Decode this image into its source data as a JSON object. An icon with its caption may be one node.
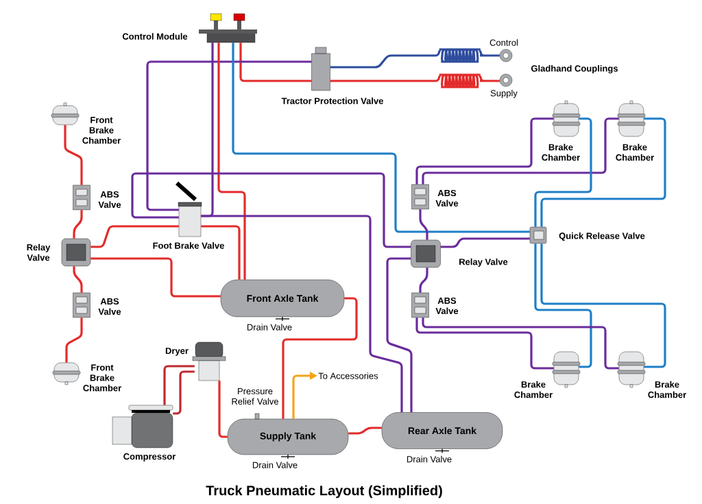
{
  "diagram": {
    "title": "Truck Pneumatic Layout (Simplified)",
    "nodes": [
      {
        "text": [
          "Control Module"
        ]
      },
      {
        "text": [
          "Tractor Protection Valve"
        ]
      },
      {
        "text": [
          "Control"
        ]
      },
      {
        "text": [
          "Supply"
        ]
      },
      {
        "text": [
          "Front Brake Chamber"
        ]
      },
      {
        "text": [
          "ABS Valve"
        ]
      },
      {
        "text": [
          "Relay Valve"
        ]
      },
      {
        "text": [
          "ABS Valve"
        ]
      },
      {
        "text": [
          "Front Brake Chamber"
        ]
      },
      {
        "text": [
          "Foot Brake Valve"
        ]
      },
      {
        "text": [
          "Front Axle Tank"
        ],
        "beside": [
          "Drain Valve"
        ]
      },
      {
        "text": [
          "Dryer"
        ]
      },
      {
        "text": [
          "Compressor"
        ]
      },
      {
        "text": [
          "Supply Tank"
        ],
        "beside": [
          "Drain Valve"
        ]
      },
      {
        "text": [
          "Rear Axle Tank"
        ],
        "beside": [
          "Drain Valve"
        ]
      },
      {
        "text": [
          "ABS Valve"
        ]
      },
      {
        "text": [
          "Relay Valve"
        ]
      },
      {
        "text": [
          "ABS Valve"
        ]
      },
      {
        "text": [
          "Quick Release Valve"
        ]
      },
      {
        "text": [
          "Brake Chamber"
        ]
      },
      {
        "text": [
          "Brake Chamber"
        ]
      },
      {
        "text": [
          "Brake Chamber"
        ]
      },
      {
        "text": [
          "Brake Chamber"
        ]
      },
      {
        "text": [
          "To Accessories"
        ]
      }
    ],
    "edges": [
      {
        "from": 0,
        "to": 1,
        "arrow": "none"
      },
      {
        "from": 1,
        "to": 9,
        "arrow": "none",
        "color": "#6a2c9c"
      },
      {
        "from": 1,
        "to": 2,
        "arrow": "none",
        "color": "#2f4d9e"
      },
      {
        "from": 1,
        "to": 3,
        "arrow": "none"
      },
      {
        "from": 0,
        "to": 9,
        "arrow": "none",
        "color": "#6a2c9c"
      },
      {
        "from": 0,
        "to": 10,
        "arrow": "none"
      },
      {
        "from": 9,
        "to": 10,
        "arrow": "none"
      },
      {
        "from": 0,
        "to": 18,
        "arrow": "none",
        "color": "#1d7fc7"
      },
      {
        "from": 6,
        "to": 9,
        "arrow": "none"
      },
      {
        "from": 6,
        "to": 10,
        "arrow": "none"
      },
      {
        "from": 4,
        "to": 5,
        "arrow": "none"
      },
      {
        "from": 5,
        "to": 6,
        "arrow": "none"
      },
      {
        "from": 6,
        "to": 7,
        "arrow": "none"
      },
      {
        "from": 7,
        "to": 8,
        "arrow": "none"
      },
      {
        "from": 9,
        "to": 16,
        "arrow": "none",
        "color": "#6a2c9c"
      },
      {
        "from": 9,
        "to": 14,
        "arrow": "none",
        "color": "#6a2c9c"
      },
      {
        "from": 16,
        "to": 14,
        "arrow": "none",
        "color": "#6a2c9c"
      },
      {
        "from": 16,
        "to": 15,
        "arrow": "none",
        "color": "#6a2c9c"
      },
      {
        "from": 16,
        "to": 18,
        "arrow": "none",
        "color": "#6a2c9c"
      },
      {
        "from": 16,
        "to": 17,
        "arrow": "none",
        "color": "#6a2c9c"
      },
      {
        "from": 15,
        "to": 19,
        "arrow": "none",
        "color": "#6a2c9c"
      },
      {
        "from": 15,
        "to": 20,
        "arrow": "none",
        "color": "#6a2c9c"
      },
      {
        "from": 18,
        "to": 19,
        "arrow": "none",
        "color": "#1d7fc7"
      },
      {
        "from": 18,
        "to": 20,
        "arrow": "none",
        "color": "#1d7fc7"
      },
      {
        "from": 18,
        "to": 21,
        "arrow": "none",
        "color": "#1d7fc7"
      },
      {
        "from": 18,
        "to": 22,
        "arrow": "none",
        "color": "#1d7fc7"
      },
      {
        "from": 17,
        "to": 21,
        "arrow": "none",
        "color": "#6a2c9c"
      },
      {
        "from": 17,
        "to": 22,
        "arrow": "none",
        "color": "#6a2c9c"
      },
      {
        "from": 10,
        "to": 13,
        "arrow": "none"
      },
      {
        "from": 13,
        "to": 23,
        "arrow": "to",
        "color": "#f5a31a"
      },
      {
        "from": 11,
        "to": 13,
        "arrow": "none"
      },
      {
        "from": 12,
        "to": 11,
        "arrow": "none",
        "color": "#c0282e"
      },
      {
        "from": 12,
        "to": 11,
        "arrow": "none",
        "color": "#c0282e"
      },
      {
        "from": 13,
        "to": 14,
        "arrow": "none"
      }
    ],
    "labels": [
      "Gladhand Couplings",
      "Pressure Relief Valve"
    ]
  }
}
